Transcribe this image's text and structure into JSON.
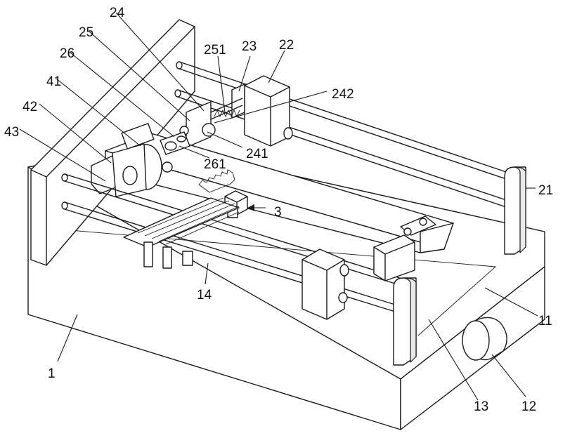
{
  "figure": {
    "labels": {
      "l1": "1",
      "l11": "11",
      "l12": "12",
      "l13": "13",
      "l14": "14",
      "l21": "21",
      "l22": "22",
      "l23": "23",
      "l24": "24",
      "l25": "25",
      "l26": "26",
      "l241": "241",
      "l242": "242",
      "l251": "251",
      "l261": "261",
      "l3": "3",
      "l41": "41",
      "l42": "42",
      "l43": "43"
    }
  }
}
